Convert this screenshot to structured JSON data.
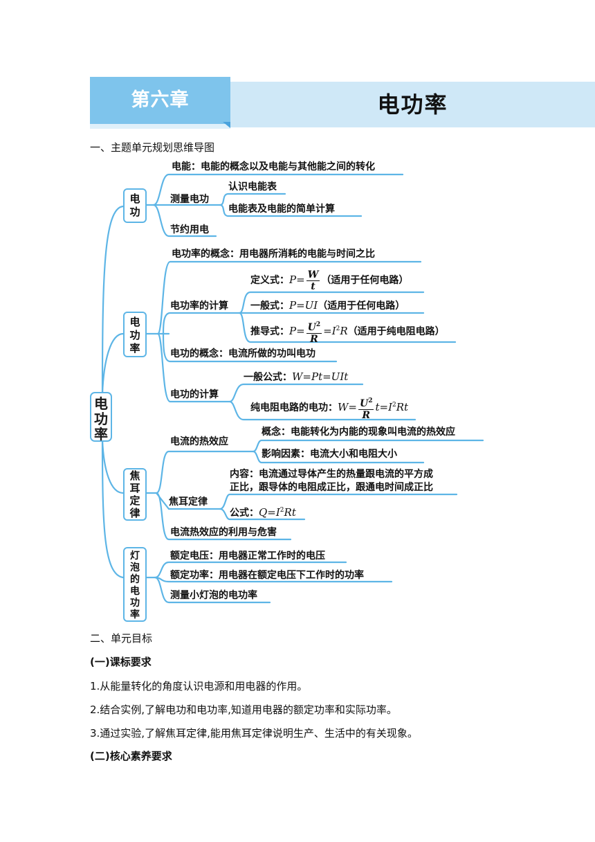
{
  "banner": {
    "chapter": "第六章",
    "title": "电功率"
  },
  "section1": "一、主题单元规划思维导图",
  "mindmap": {
    "root": [
      "电",
      "功",
      "率"
    ],
    "b1": {
      "label": [
        "电",
        "功"
      ],
      "l1": "电能：电能的概念以及电能与其他能之间的转化",
      "l2": "测量电功",
      "l2a": "认识电能表",
      "l2b": "电能表及电能的简单计算",
      "l3": "节约用电"
    },
    "b2": {
      "label": [
        "电",
        "功",
        "率"
      ],
      "l1": "电功率的概念：用电器所消耗的电能与时间之比",
      "l2": "电功率的计算",
      "def_label": "定义式：",
      "def_lhs": "P=",
      "def_num": "W",
      "def_den": "t",
      "def_note": "（适用于任何电路）",
      "gen_label": "一般式：",
      "gen_formula": "P=UI",
      "gen_note": "（适用于任何电路）",
      "der_label": "推导式：",
      "der_lhs": "P=",
      "der_num": "U",
      "der_den": "R",
      "der_rhs": "=I",
      "der_rhs2": "R",
      "der_note": "（适用于纯电阻电路）",
      "l3": "电功的概念：电流所做的功叫电功",
      "l4": "电功的计算",
      "gf_label": "一般公式：",
      "gf_formula": "W=Pt=UIt",
      "pr_label": "纯电阻电路的电功：",
      "pr_lhs": "W=",
      "pr_num": "U",
      "pr_den": "R",
      "pr_rhs": "t=I",
      "pr_rhs2": "Rt"
    },
    "b3": {
      "label": [
        "焦",
        "耳",
        "定",
        "律"
      ],
      "l1": "电流的热效应",
      "l1a": "概念：电能转化为内能的现象叫电流的热效应",
      "l1b": "影响因素：电流大小和电阻大小",
      "l2": "焦耳定律",
      "l2a1": "内容：电流通过导体产生的热量跟电流的平方成",
      "l2a2": "正比，跟导体的电阻成正比，跟通电时间成正比",
      "l2b_label": "公式：",
      "l2b_formula": "Q=I",
      "l2b_formula2": "Rt",
      "l3": "电流热效应的利用与危害"
    },
    "b4": {
      "label": [
        "灯",
        "泡",
        "的",
        "电",
        "功",
        "率"
      ],
      "l1": "额定电压：用电器正常工作时的电压",
      "l2": "额定功率：用电器在额定电压下工作时的功率",
      "l3": "测量小灯泡的电功率"
    },
    "sup2": "2"
  },
  "section2": "二、单元目标",
  "sub1": "(一)课标要求",
  "items": [
    "1.从能量转化的角度认识电源和用电器的作用。",
    "2.结合实例,了解电功和电功率,知道用电器的额定功率和实际功率。",
    "3.通过实验,了解焦耳定律,能用焦耳定律说明生产、生活中的有关现象。"
  ],
  "sub2": "(二)核心素养要求"
}
